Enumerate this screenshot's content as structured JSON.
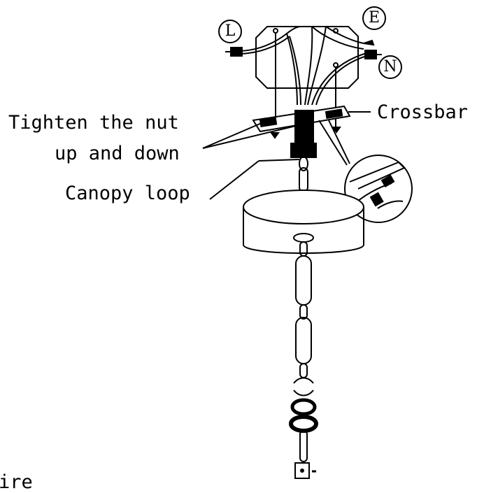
{
  "diagram": {
    "labels": {
      "tighten_line1": "Tighten the nut",
      "tighten_line2": "up and down",
      "canopy_loop": "Canopy loop",
      "crossbar": "Crossbar",
      "wire_partial": "ire"
    },
    "terminals": {
      "live": "L",
      "earth": "E",
      "neutral": "N"
    }
  }
}
